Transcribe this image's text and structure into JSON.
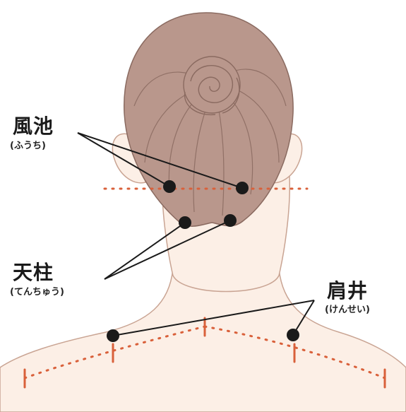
{
  "points": [
    {
      "id": "fuchi",
      "name": "風池",
      "reading": "(ふうち)"
    },
    {
      "id": "tenchu",
      "name": "天柱",
      "reading": "(てんちゅう)"
    },
    {
      "id": "kensei",
      "name": "肩井",
      "reading": "(けんせい)"
    }
  ],
  "colors": {
    "hair": "#b9978c",
    "hair_line": "#8a6a60",
    "skin": "#fcefe6",
    "skin_line": "#c9a493",
    "guide_dotted": "#d9603a",
    "guide_tick": "#d9603a",
    "marker": "#1a1a1a"
  }
}
